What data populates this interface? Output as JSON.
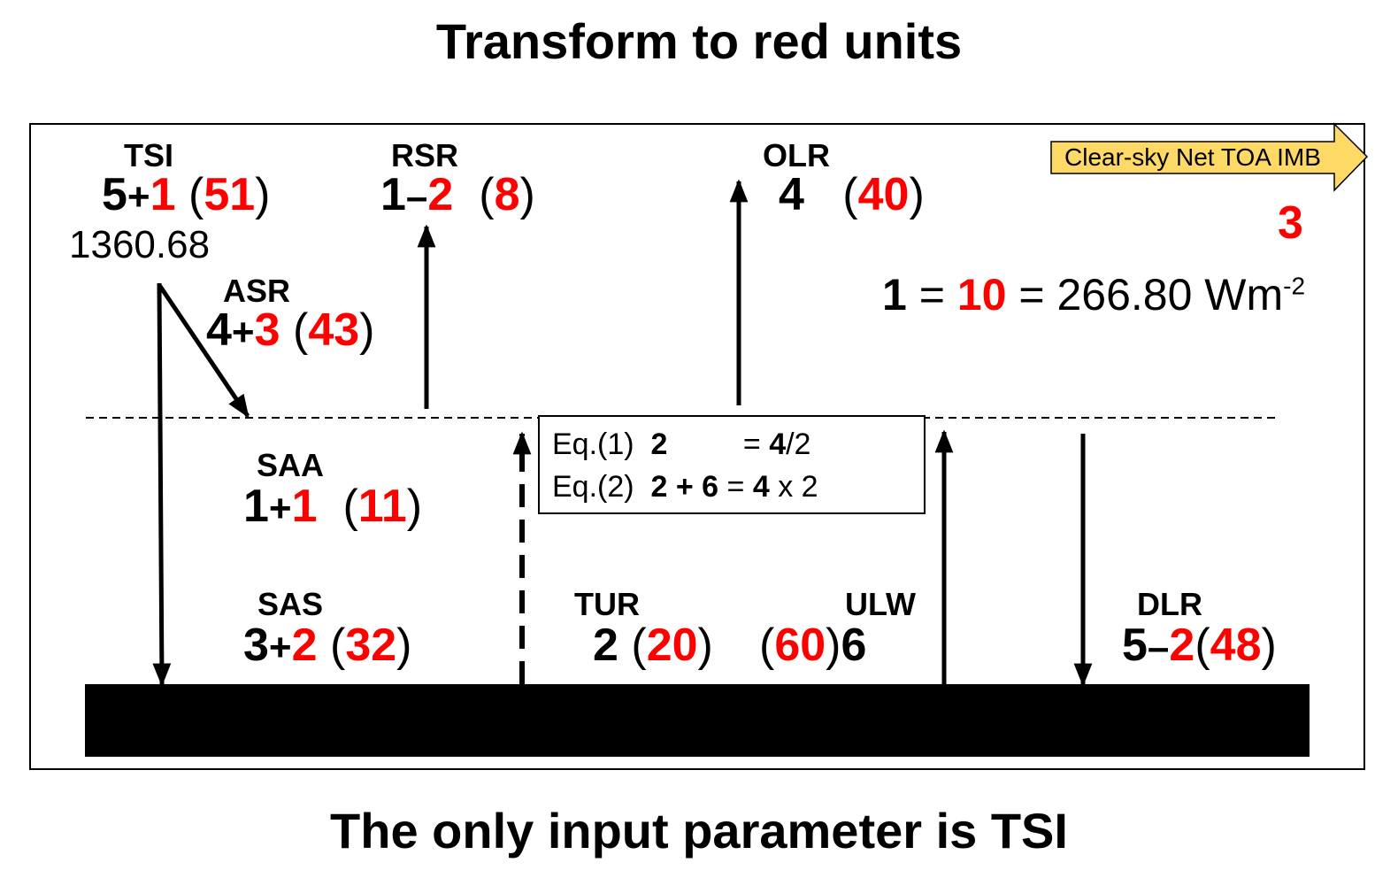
{
  "title": "Transform to red units",
  "footer": "The only input parameter is TSI",
  "fluxes": {
    "tsi": {
      "name": "TSI",
      "black": "5",
      "op": "+",
      "red": "1",
      "paren": "51",
      "extra": "1360.68"
    },
    "rsr": {
      "name": "RSR",
      "black": "1",
      "op": "–",
      "red": "2",
      "paren": "8"
    },
    "olr": {
      "name": "OLR",
      "black": "4",
      "paren": "40"
    },
    "asr": {
      "name": "ASR",
      "black": "4",
      "op": "+",
      "red": "3",
      "paren": "43"
    },
    "saa": {
      "name": "SAA",
      "black": "1",
      "op": "+",
      "red": "1",
      "paren": "11"
    },
    "sas": {
      "name": "SAS",
      "black": "3",
      "op": "+",
      "red": "2",
      "paren": "32"
    },
    "tur": {
      "name": "TUR",
      "black": "2",
      "paren": "20"
    },
    "ulw": {
      "name": "ULW",
      "black": "6",
      "paren": "60"
    },
    "dlr": {
      "name": "DLR",
      "black": "5",
      "op": "–",
      "red": "2",
      "paren": "48"
    }
  },
  "imbalance": {
    "label": "Clear-sky Net TOA IMB",
    "value": "3"
  },
  "unit": {
    "one": "1",
    "eq": "=",
    "ten": "10",
    "eq2": "=",
    "value": "266.80 Wm",
    "exp": "-2"
  },
  "equations": [
    {
      "label": "Eq.(1)",
      "lhs": "2",
      "mid": "=",
      "rhs_bold": "4",
      "rhs_rest": "/2"
    },
    {
      "label": "Eq.(2)",
      "lhs": "2 + ",
      "lhs2": "6",
      "mid": "=",
      "rhs_bold": "4",
      "rhs_rest": " x 2"
    }
  ],
  "colors": {
    "red": "#ff0000",
    "arrow_fill": "#ffd966",
    "arrow_stroke": "#000000"
  }
}
